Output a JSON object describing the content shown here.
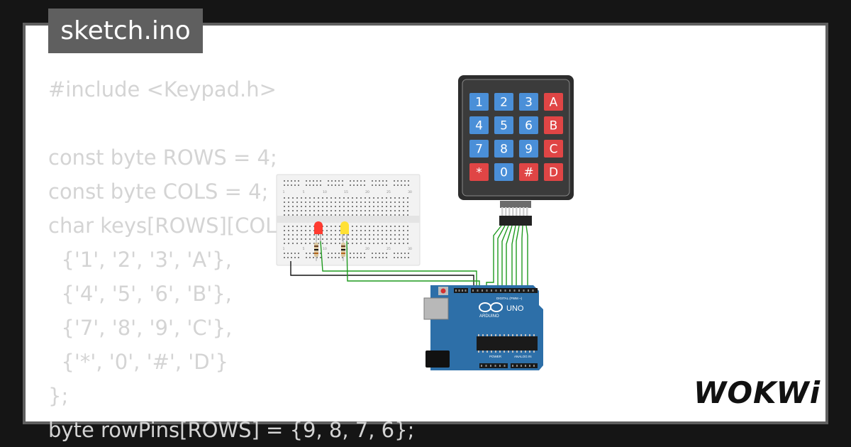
{
  "file_tab": {
    "label": "sketch.ino"
  },
  "code_lines": [
    "#include <Keypad.h>",
    "",
    "const byte ROWS = 4;",
    "const byte COLS = 4;",
    "char keys[ROWS][COLS] = {",
    "  {'1', '2', '3', 'A'},",
    "  {'4', '5', '6', 'B'},",
    "  {'7', '8', '9', 'C'},",
    "  {'*', '0', '#', 'D'}",
    "};",
    "byte rowPins[ROWS] = {9, 8, 7, 6};"
  ],
  "keypad": {
    "rows": [
      [
        "1",
        "2",
        "3",
        "A"
      ],
      [
        "4",
        "5",
        "6",
        "B"
      ],
      [
        "7",
        "8",
        "9",
        "C"
      ],
      [
        "*",
        "0",
        "#",
        "D"
      ]
    ],
    "colors": {
      "digit": "#4a8fd8",
      "special": "#e04545",
      "frame": "#2d2d2d",
      "inner": "#3b3b3b"
    }
  },
  "leds": [
    {
      "label": "red-led",
      "color": "#ff3b30"
    },
    {
      "label": "yellow-led",
      "color": "#ffe135"
    }
  ],
  "arduino": {
    "board_name": "UNO",
    "brand": "ARDUINO",
    "digital_label": "DIGITAL (PWM ~)",
    "power_label": "POWER",
    "analog_label": "ANALOG IN",
    "board_color": "#2d6fa8"
  },
  "breadboard": {
    "column_labels": [
      "1",
      "5",
      "10",
      "15",
      "20",
      "25",
      "30"
    ]
  },
  "brand": {
    "logo_text": "WOKWi"
  },
  "colors": {
    "wire_green": "#1e9a1e",
    "wire_black": "#111111",
    "code_text": "#d4d4d4",
    "tab_bg": "#5f5f5f"
  }
}
